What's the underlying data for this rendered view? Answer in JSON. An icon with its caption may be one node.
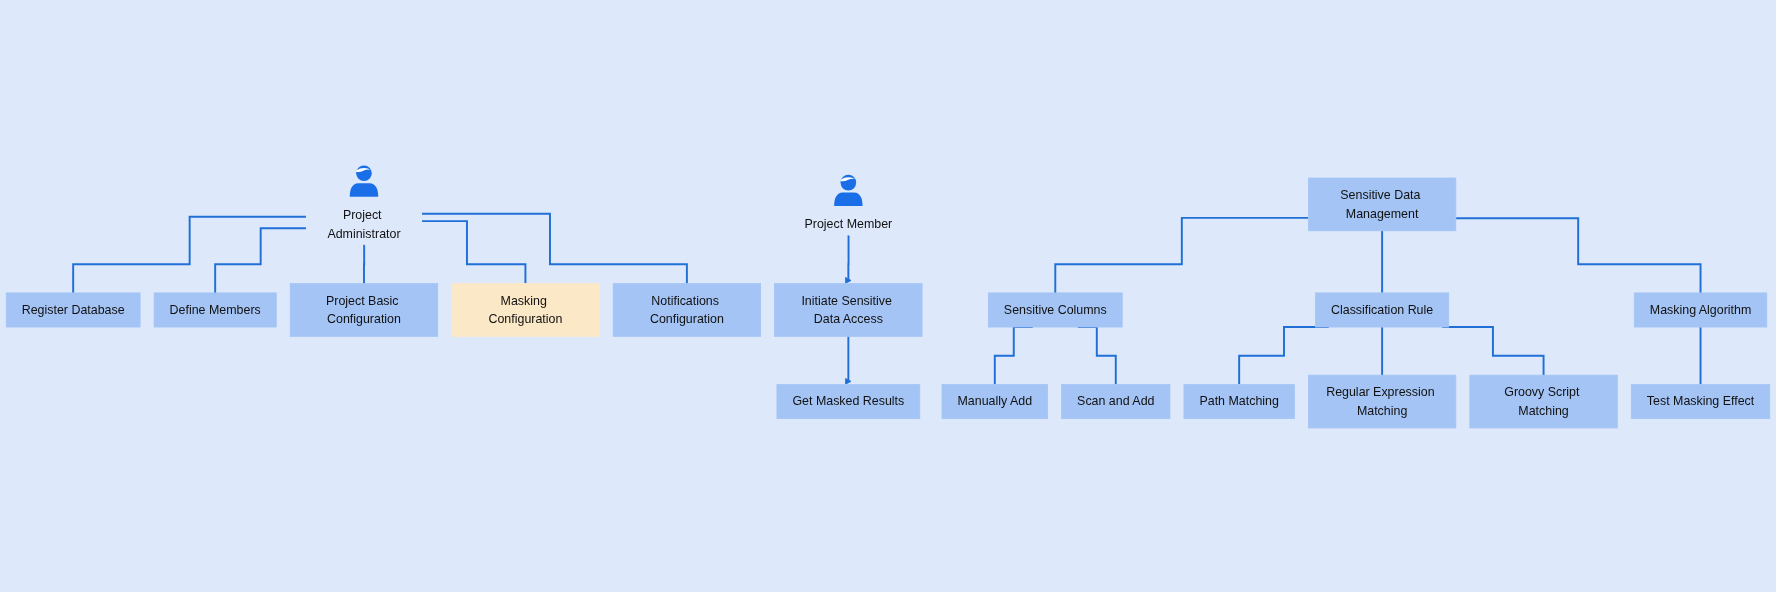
{
  "diagram": {
    "nodes": [
      {
        "text": [
          "Project Administrator"
        ]
      },
      {
        "text": [
          "Register Database"
        ]
      },
      {
        "text": [
          "Define Members"
        ]
      },
      {
        "text": [
          "Project Basic Configuration"
        ]
      },
      {
        "text": [
          "Masking Configuration"
        ]
      },
      {
        "text": [
          "Notifications Configuration"
        ]
      },
      {
        "text": [
          "Project Member"
        ]
      },
      {
        "text": [
          "Initiate Sensitive Data Access"
        ]
      },
      {
        "text": [
          "Get Masked Results"
        ]
      },
      {
        "text": [
          "Sensitive Data Management"
        ]
      },
      {
        "text": [
          "Sensitive Columns"
        ]
      },
      {
        "text": [
          "Manually Add"
        ]
      },
      {
        "text": [
          "Scan and Add"
        ]
      },
      {
        "text": [
          "Classification Rule"
        ]
      },
      {
        "text": [
          "Path Matching"
        ]
      },
      {
        "text": [
          "Regular Expression Matching"
        ]
      },
      {
        "text": [
          "Groovy Script Matching"
        ]
      },
      {
        "text": [
          "Masking Algorithm"
        ]
      },
      {
        "text": [
          "Test Masking Effect"
        ]
      }
    ],
    "edges": [
      {
        "from": 0,
        "to": 1,
        "arrow": "none"
      },
      {
        "from": 0,
        "to": 2,
        "arrow": "none"
      },
      {
        "from": 0,
        "to": 3,
        "arrow": "none"
      },
      {
        "from": 0,
        "to": 4,
        "arrow": "none"
      },
      {
        "from": 0,
        "to": 5,
        "arrow": "none"
      },
      {
        "from": 6,
        "to": 7,
        "arrow": "to"
      },
      {
        "from": 7,
        "to": 8,
        "arrow": "to"
      },
      {
        "from": 9,
        "to": 10,
        "arrow": "none"
      },
      {
        "from": 9,
        "to": 13,
        "arrow": "none"
      },
      {
        "from": 9,
        "to": 17,
        "arrow": "none"
      },
      {
        "from": 10,
        "to": 11,
        "arrow": "none"
      },
      {
        "from": 10,
        "to": 12,
        "arrow": "none"
      },
      {
        "from": 13,
        "to": 14,
        "arrow": "none"
      },
      {
        "from": 13,
        "to": 15,
        "arrow": "none"
      },
      {
        "from": 13,
        "to": 16,
        "arrow": "none"
      },
      {
        "from": 17,
        "to": 18,
        "arrow": "none"
      }
    ]
  }
}
